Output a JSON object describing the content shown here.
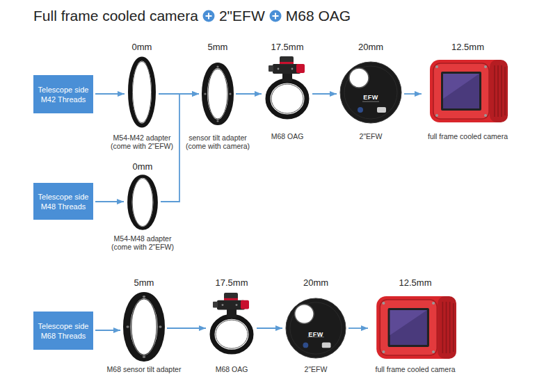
{
  "diagram": {
    "title": "Full frame cooled camera",
    "nodes": [
      {
        "text": [
          "Telescope side M42 Threads"
        ]
      },
      {
        "text": [
          "0mm",
          "M54-M42 adapter",
          "(come with 2\"EFW)"
        ]
      },
      {
        "text": [
          "5mm",
          "sensor tilt adapter",
          "(come with camera)"
        ]
      },
      {
        "text": [
          "17.5mm",
          "M68 OAG"
        ]
      },
      {
        "text": [
          "20mm",
          "2\"EFW"
        ]
      },
      {
        "text": [
          "12.5mm",
          "full frame cooled camera"
        ]
      },
      {
        "text": [
          "Telescope side M48 Threads"
        ]
      },
      {
        "text": [
          "0mm",
          "M54-M48 adapter",
          "(come with 2\"EFW)"
        ]
      },
      {
        "text": [
          "Telescope side M68 Threads"
        ]
      },
      {
        "text": [
          "5mm",
          "M68 sensor tilt adapter"
        ]
      },
      {
        "text": [
          "17.5mm",
          "M68 OAG"
        ]
      },
      {
        "text": [
          "20mm",
          "2\"EFW"
        ]
      },
      {
        "text": [
          "12.5mm",
          "full frame cooled camera"
        ]
      }
    ],
    "edges": [
      {
        "from": 0,
        "to": 1,
        "arrow": "to"
      },
      {
        "from": 1,
        "to": 2,
        "arrow": "to"
      },
      {
        "from": 6,
        "to": 7,
        "arrow": "to"
      },
      {
        "from": 7,
        "to": 2,
        "arrow": "to"
      },
      {
        "from": 2,
        "to": 3,
        "arrow": "to"
      },
      {
        "from": 3,
        "to": 4,
        "arrow": "to"
      },
      {
        "from": 4,
        "to": 5,
        "arrow": "to"
      },
      {
        "from": 8,
        "to": 9,
        "arrow": "to"
      },
      {
        "from": 9,
        "to": 10,
        "arrow": "to"
      },
      {
        "from": 10,
        "to": 11,
        "arrow": "to"
      },
      {
        "from": 11,
        "to": 12,
        "arrow": "to"
      }
    ],
    "labels": [
      "2\"EFW",
      "M68 OAG",
      "EFW",
      "EFW"
    ]
  }
}
